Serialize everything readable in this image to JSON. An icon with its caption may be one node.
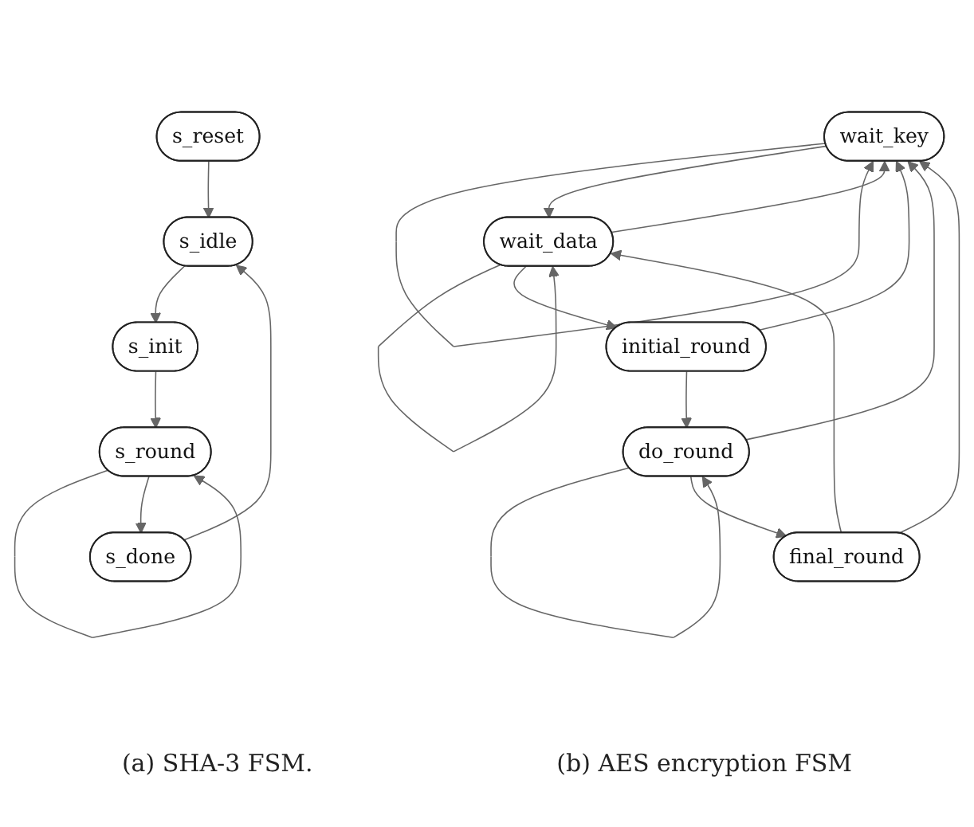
{
  "diagram": {
    "nodes": [
      {
        "text": [
          "s_reset"
        ]
      },
      {
        "text": [
          "s_idle"
        ]
      },
      {
        "text": [
          "s_init"
        ]
      },
      {
        "text": [
          "s_round"
        ]
      },
      {
        "text": [
          "s_done"
        ]
      },
      {
        "text": [
          "wait_key"
        ]
      },
      {
        "text": [
          "wait_data"
        ]
      },
      {
        "text": [
          "initial_round"
        ]
      },
      {
        "text": [
          "do_round"
        ]
      },
      {
        "text": [
          "final_round"
        ]
      }
    ],
    "edges": [
      {
        "from": 0,
        "to": 1,
        "arrow": "to"
      },
      {
        "from": 1,
        "to": 2,
        "arrow": "to"
      },
      {
        "from": 2,
        "to": 3,
        "arrow": "to"
      },
      {
        "from": 3,
        "to": 3,
        "arrow": "to"
      },
      {
        "from": 3,
        "to": 4,
        "arrow": "to"
      },
      {
        "from": 4,
        "to": 1,
        "arrow": "to"
      },
      {
        "from": 5,
        "to": 5,
        "arrow": "to"
      },
      {
        "from": 5,
        "to": 6,
        "arrow": "to"
      },
      {
        "from": 6,
        "to": 5,
        "arrow": "to"
      },
      {
        "from": 6,
        "to": 6,
        "arrow": "to"
      },
      {
        "from": 6,
        "to": 7,
        "arrow": "to"
      },
      {
        "from": 7,
        "to": 5,
        "arrow": "to"
      },
      {
        "from": 7,
        "to": 8,
        "arrow": "to"
      },
      {
        "from": 8,
        "to": 5,
        "arrow": "to"
      },
      {
        "from": 8,
        "to": 8,
        "arrow": "to"
      },
      {
        "from": 8,
        "to": 9,
        "arrow": "to"
      },
      {
        "from": 9,
        "to": 6,
        "arrow": "to"
      },
      {
        "from": 9,
        "to": 5,
        "arrow": "to"
      }
    ],
    "labels": [
      "(a) SHA-3 FSM.",
      "(b) AES encryption FSM"
    ]
  }
}
